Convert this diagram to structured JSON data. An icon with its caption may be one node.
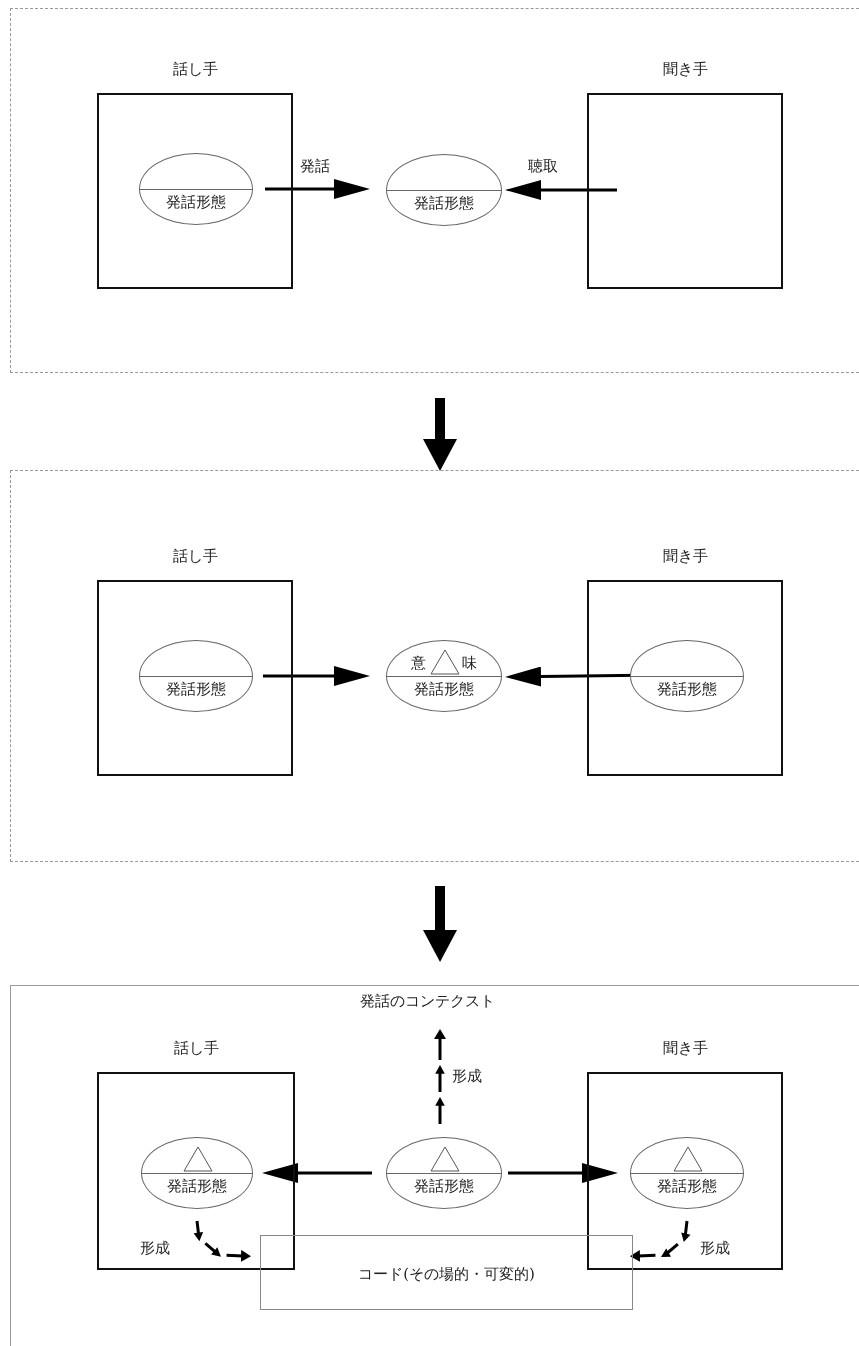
{
  "diagram": {
    "nodes": [
      {
        "text": [],
        "shape": "box"
      },
      {
        "text": [
          "話し手"
        ],
        "in": 0
      },
      {
        "text": [
          "発話形態"
        ],
        "in": 1
      },
      {
        "text": [
          "発話形態"
        ],
        "in": 0
      },
      {
        "text": [
          "聞き手"
        ],
        "in": 0
      },
      {
        "text": [],
        "shape": "box"
      },
      {
        "text": [
          "話し手"
        ],
        "in": 5
      },
      {
        "text": [
          "発話形態"
        ],
        "in": 6
      },
      {
        "text": [
          "意",
          "味",
          "発話形態"
        ],
        "in": 5
      },
      {
        "text": [
          "聞き手"
        ],
        "in": 5
      },
      {
        "text": [
          "発話形態"
        ],
        "in": 9
      },
      {
        "text": [],
        "shape": "box"
      },
      {
        "text": [
          "発話のコンテクスト"
        ],
        "in": 11
      },
      {
        "text": [
          "話し手"
        ],
        "in": 11
      },
      {
        "text": [
          "発話形態"
        ],
        "in": 13
      },
      {
        "text": [
          "発話形態"
        ],
        "in": 11
      },
      {
        "text": [
          "聞き手"
        ],
        "in": 11
      },
      {
        "text": [
          "発話形態"
        ],
        "in": 16
      },
      {
        "text": [
          "コード(その場的・可変的)"
        ],
        "in": 11
      }
    ],
    "edges": [
      {
        "from": 2,
        "to": 3,
        "arrow": "to",
        "label": "発話"
      },
      {
        "from": 4,
        "to": 3,
        "arrow": "to",
        "label": "聴取"
      },
      {
        "from": 0,
        "to": 5,
        "arrow": "to",
        "style": "thick"
      },
      {
        "from": 7,
        "to": 8,
        "arrow": "to"
      },
      {
        "from": 10,
        "to": 8,
        "arrow": "to"
      },
      {
        "from": 5,
        "to": 11,
        "arrow": "to",
        "style": "thick"
      },
      {
        "from": 15,
        "to": 12,
        "arrow": "to",
        "label": "形成",
        "style": "dashed"
      },
      {
        "from": 15,
        "to": 14,
        "arrow": "to"
      },
      {
        "from": 15,
        "to": 17,
        "arrow": "to"
      },
      {
        "from": 14,
        "to": 18,
        "arrow": "to",
        "label": "形成",
        "style": "dashed"
      },
      {
        "from": 17,
        "to": 18,
        "arrow": "to",
        "label": "形成",
        "style": "dashed"
      }
    ]
  }
}
